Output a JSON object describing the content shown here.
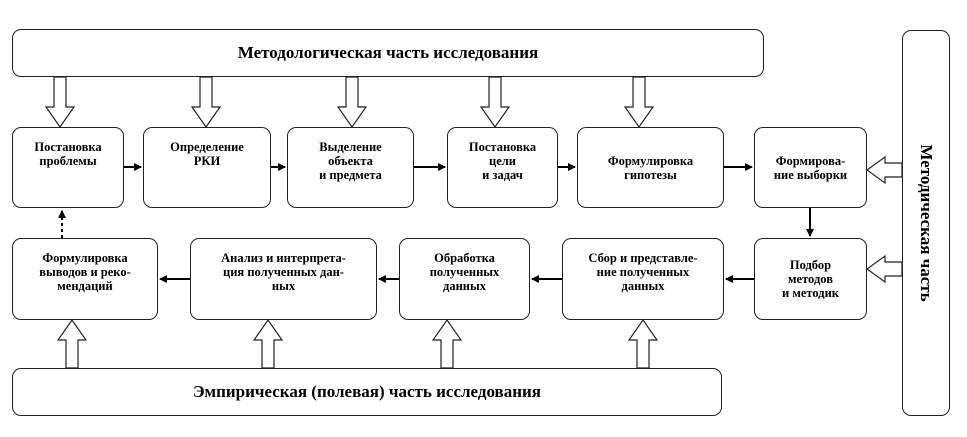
{
  "banners": {
    "methodological": "Методологическая часть исследования",
    "empirical": "Эмпирическая (полевая) часть исследования",
    "methodical": "Методическая часть"
  },
  "steps": {
    "problem": "Постановка\nпроблемы",
    "rki": "Определение\nРКИ",
    "object": "Выделение\nобъекта\nи предмета",
    "goal": "Постановка\nцели\nи задач",
    "hypothesis": "Формулировка\nгипотезы",
    "sample": "Формирова-\nние выборки",
    "methods": "Подбор\nметодов\nи методик",
    "collection": "Сбор и представле-\nние полученных\nданных",
    "processing": "Обработка\nполученных\nданных",
    "analysis": "Анализ и интерпрета-\nция полученных дан-\nных",
    "conclusions": "Формулировка\nвыводов и реко-\nмендаций"
  }
}
